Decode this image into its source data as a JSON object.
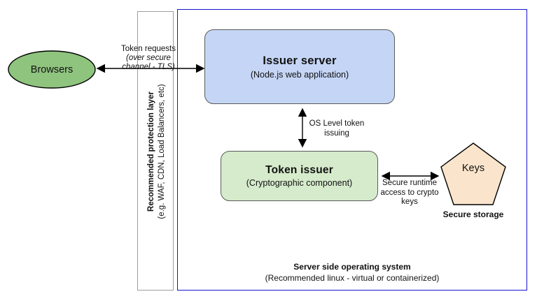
{
  "diagram": {
    "nodes": {
      "browsers": {
        "label": "Browsers",
        "shape": "ellipse",
        "fill": "#8fc47e",
        "stroke": "#000000"
      },
      "issuer_server": {
        "title": "Issuer server",
        "subtitle": "(Node.js web application)",
        "shape": "rounded-rectangle",
        "fill": "#c5d5f5",
        "stroke": "#5a5a5a"
      },
      "token_issuer": {
        "title": "Token issuer",
        "subtitle": "(Cryptographic component)",
        "shape": "rounded-rectangle",
        "fill": "#d5ebcb",
        "stroke": "#5a5a5a"
      },
      "keys": {
        "label": "Keys",
        "caption": "Secure storage",
        "shape": "pentagon",
        "fill": "#fae5cc",
        "stroke": "#000000"
      }
    },
    "containers": {
      "protection_layer": {
        "line1": "Recommended protection layer",
        "line2": "(e.g. WAF, CDN, Load Balancers, etc)",
        "orientation": "vertical",
        "stroke": "#9e9e9e"
      },
      "operating_system": {
        "line1": "Server side operating system",
        "line2": "(Recommended linux - virtual or containerized)",
        "stroke": "#1414d6"
      }
    },
    "connectors": {
      "browsers_to_issuer": {
        "line1": "Token requests",
        "line2": "(over secure",
        "line3": "channel - TLS)",
        "arrowheads": "both"
      },
      "issuer_to_token": {
        "line1": "OS Level token",
        "line2": "issuing",
        "arrowheads": "both"
      },
      "token_to_keys": {
        "line1": "Secure runtime",
        "line2": "access to crypto",
        "line3": "keys",
        "arrowheads": "both"
      }
    }
  }
}
